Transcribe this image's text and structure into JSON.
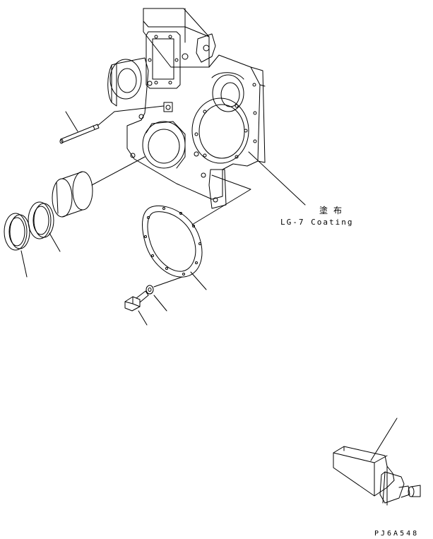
{
  "annotation": {
    "coating_ja": "塗布",
    "coating_en": "LG-7 Coating"
  },
  "figure_code": "PJ6A548",
  "colors": {
    "line": "#000000",
    "background": "#ffffff"
  }
}
